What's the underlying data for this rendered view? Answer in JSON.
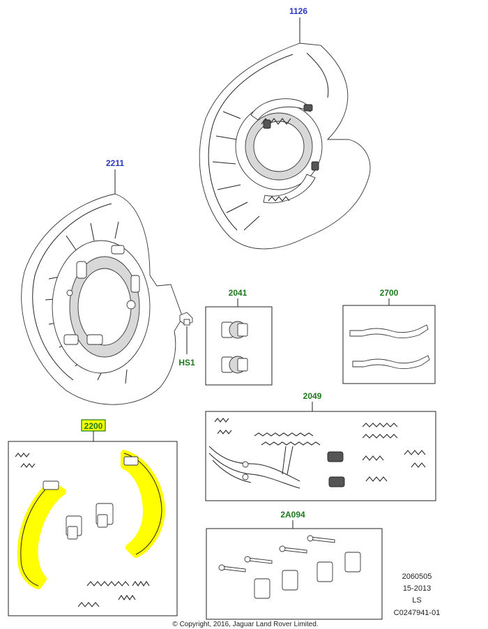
{
  "diagram": {
    "callouts": {
      "p1126": "1126",
      "p2211": "2211",
      "hs1": "HS1",
      "p2041": "2041",
      "p2700": "2700",
      "p2200": "2200",
      "p2049": "2049",
      "p2a094": "2A094"
    },
    "colors": {
      "blue_callout": "#2a35c8",
      "green_callout": "#1a7a1a",
      "highlight": "#ffff00"
    },
    "reference": {
      "line1": "2060505",
      "line2": "15-2013",
      "line3": "LS",
      "line4": "C0247941-01"
    },
    "copyright": "© Copyright, 2016, Jaguar Land Rover Limited."
  }
}
